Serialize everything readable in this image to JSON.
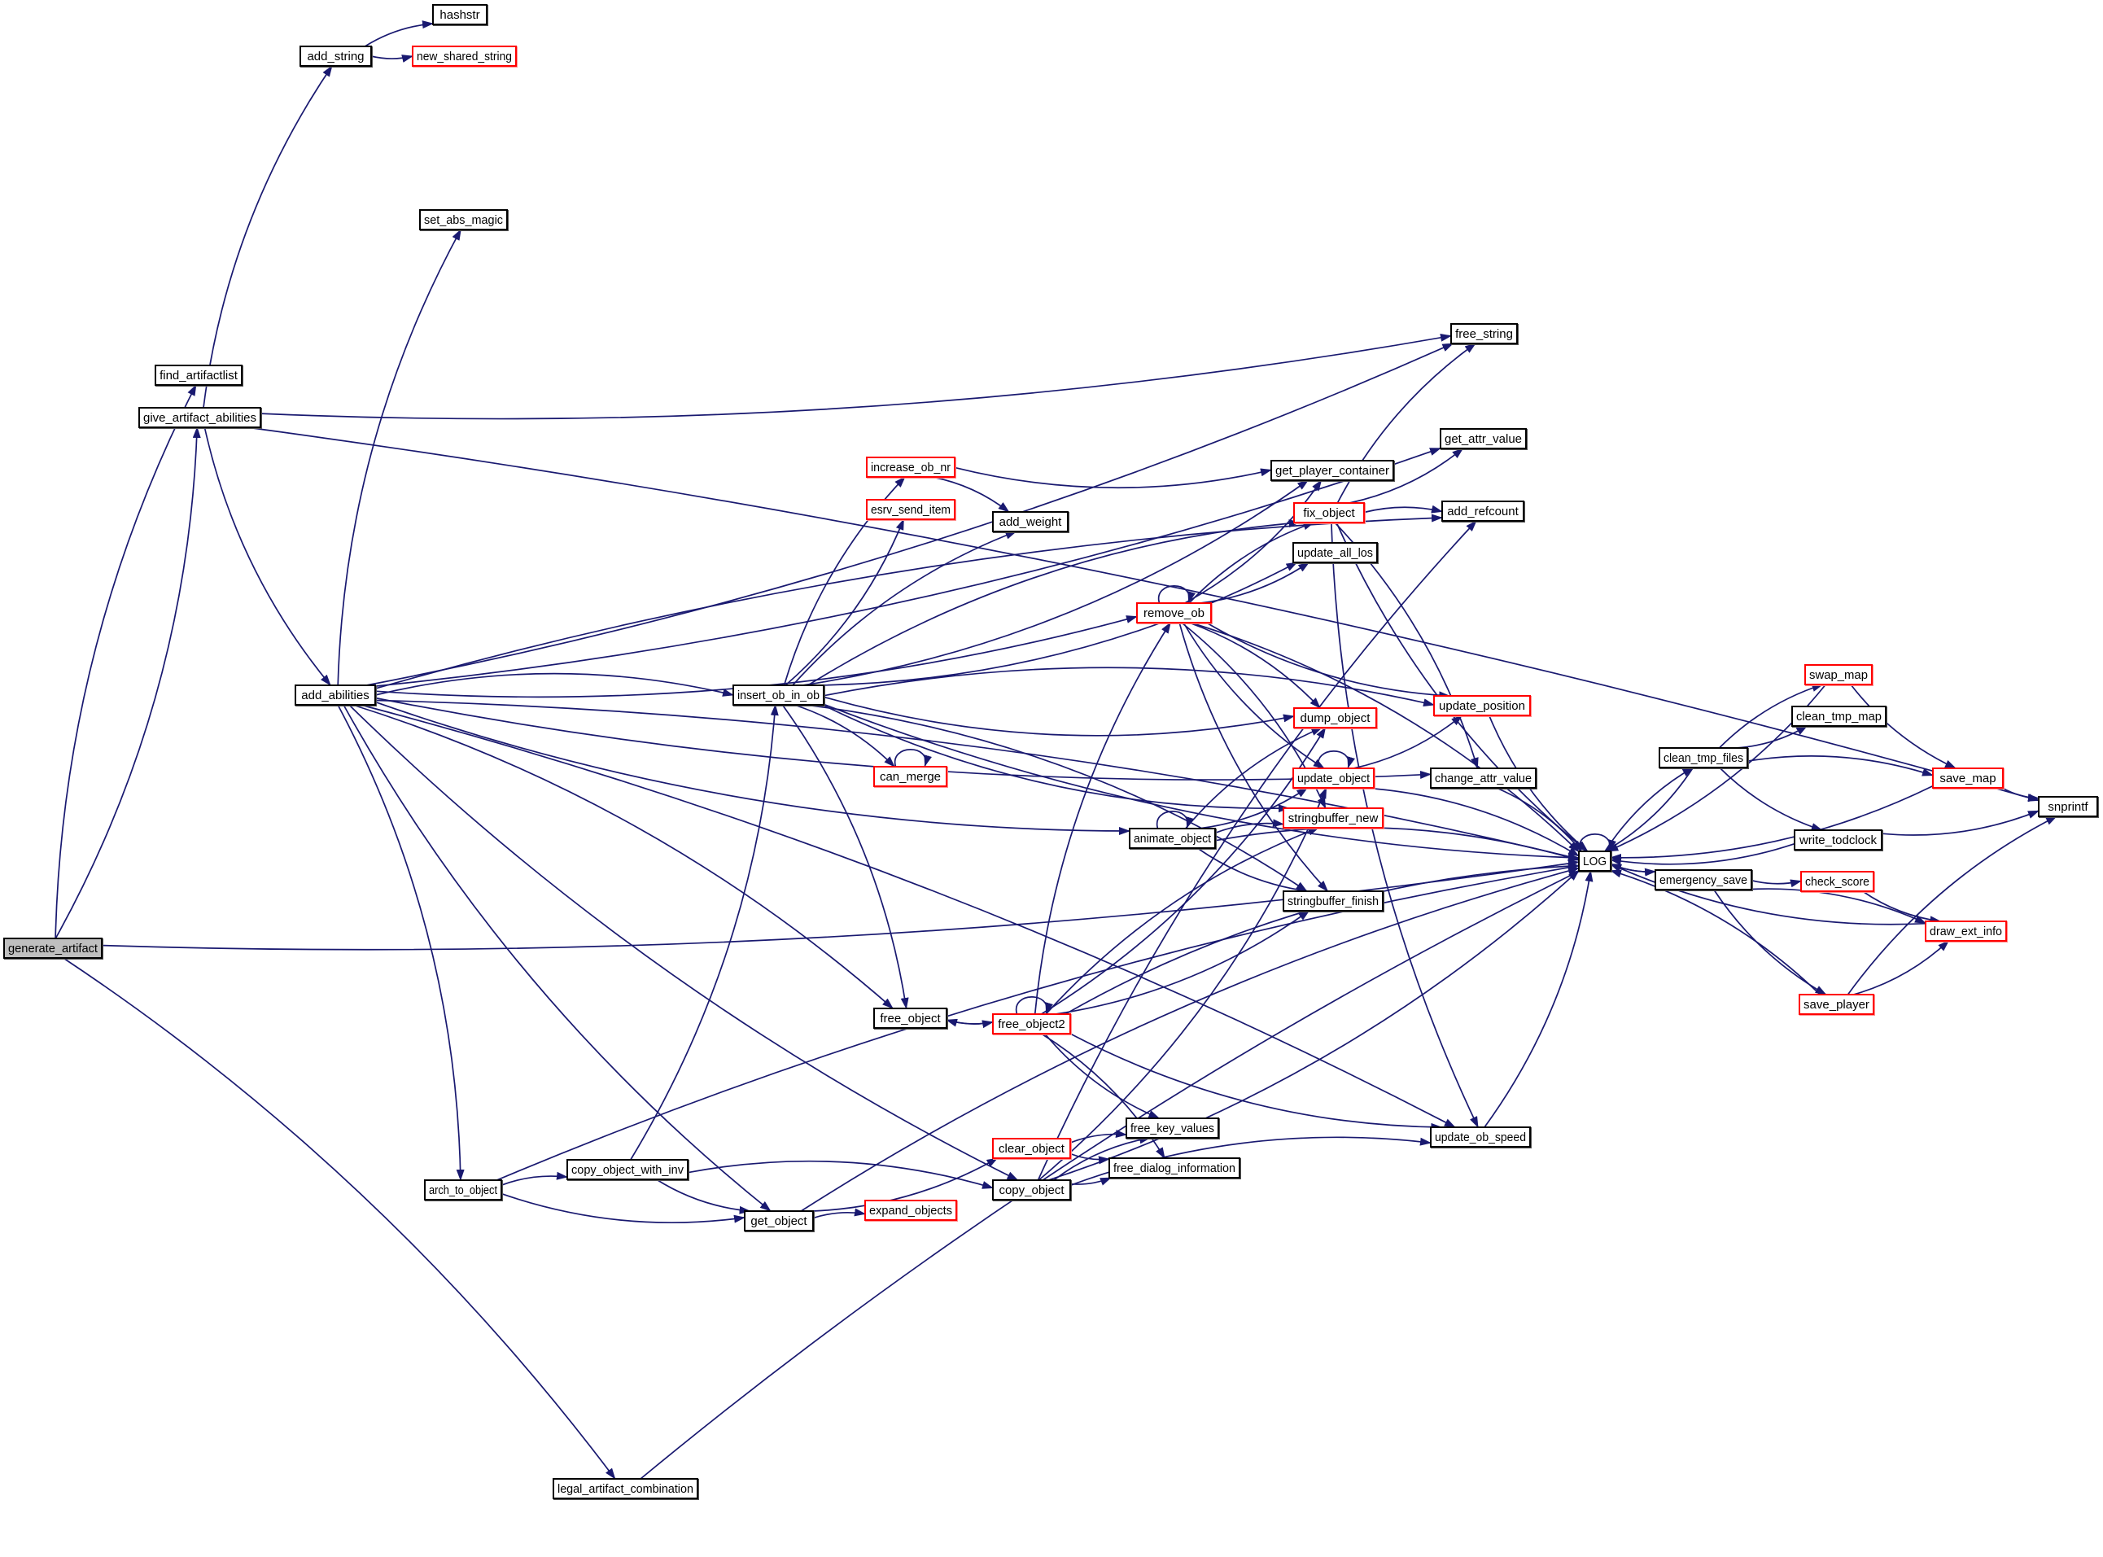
{
  "diagram": {
    "type": "call-graph",
    "root": "generate_artifact",
    "colors": {
      "edge": "#191970",
      "node_border_default": "#000000",
      "node_border_truncated": "#ff0000",
      "root_fill": "#bfbfbf",
      "node_fill": "#ffffff"
    },
    "nodes": [
      {
        "id": "generate_artifact",
        "label": "generate_artifact",
        "style": "root"
      },
      {
        "id": "find_artifactlist",
        "label": "find_artifactlist",
        "style": "normal"
      },
      {
        "id": "give_artifact_abilities",
        "label": "give_artifact_abilities",
        "style": "normal"
      },
      {
        "id": "add_string",
        "label": "add_string",
        "style": "normal"
      },
      {
        "id": "hashstr",
        "label": "hashstr",
        "style": "normal"
      },
      {
        "id": "new_shared_string",
        "label": "new_shared_string",
        "style": "truncated"
      },
      {
        "id": "set_abs_magic",
        "label": "set_abs_magic",
        "style": "normal"
      },
      {
        "id": "add_abilities",
        "label": "add_abilities",
        "style": "normal"
      },
      {
        "id": "insert_ob_in_ob",
        "label": "insert_ob_in_ob",
        "style": "normal"
      },
      {
        "id": "increase_ob_nr",
        "label": "increase_ob_nr",
        "style": "truncated"
      },
      {
        "id": "esrv_send_item",
        "label": "esrv_send_item",
        "style": "truncated"
      },
      {
        "id": "add_weight",
        "label": "add_weight",
        "style": "normal"
      },
      {
        "id": "can_merge",
        "label": "can_merge",
        "style": "truncated"
      },
      {
        "id": "get_player_container",
        "label": "get_player_container",
        "style": "normal"
      },
      {
        "id": "fix_object",
        "label": "fix_object",
        "style": "truncated"
      },
      {
        "id": "update_all_los",
        "label": "update_all_los",
        "style": "normal"
      },
      {
        "id": "remove_ob",
        "label": "remove_ob",
        "style": "truncated"
      },
      {
        "id": "dump_object",
        "label": "dump_object",
        "style": "truncated"
      },
      {
        "id": "update_object",
        "label": "update_object",
        "style": "truncated"
      },
      {
        "id": "stringbuffer_new",
        "label": "stringbuffer_new",
        "style": "truncated"
      },
      {
        "id": "animate_object",
        "label": "animate_object",
        "style": "normal"
      },
      {
        "id": "stringbuffer_finish",
        "label": "stringbuffer_finish",
        "style": "normal"
      },
      {
        "id": "free_string",
        "label": "free_string",
        "style": "normal"
      },
      {
        "id": "get_attr_value",
        "label": "get_attr_value",
        "style": "normal"
      },
      {
        "id": "add_refcount",
        "label": "add_refcount",
        "style": "normal"
      },
      {
        "id": "update_position",
        "label": "update_position",
        "style": "truncated"
      },
      {
        "id": "change_attr_value",
        "label": "change_attr_value",
        "style": "normal"
      },
      {
        "id": "LOG",
        "label": "LOG",
        "style": "normal"
      },
      {
        "id": "update_ob_speed",
        "label": "update_ob_speed",
        "style": "normal"
      },
      {
        "id": "clean_tmp_files",
        "label": "clean_tmp_files",
        "style": "normal"
      },
      {
        "id": "swap_map",
        "label": "swap_map",
        "style": "truncated"
      },
      {
        "id": "clean_tmp_map",
        "label": "clean_tmp_map",
        "style": "normal"
      },
      {
        "id": "save_map",
        "label": "save_map",
        "style": "truncated"
      },
      {
        "id": "snprintf",
        "label": "snprintf",
        "style": "normal"
      },
      {
        "id": "write_todclock",
        "label": "write_todclock",
        "style": "normal"
      },
      {
        "id": "emergency_save",
        "label": "emergency_save",
        "style": "normal"
      },
      {
        "id": "check_score",
        "label": "check_score",
        "style": "truncated"
      },
      {
        "id": "draw_ext_info",
        "label": "draw_ext_info",
        "style": "truncated"
      },
      {
        "id": "save_player",
        "label": "save_player",
        "style": "truncated"
      },
      {
        "id": "free_object",
        "label": "free_object",
        "style": "normal"
      },
      {
        "id": "free_object2",
        "label": "free_object2",
        "style": "truncated"
      },
      {
        "id": "clear_object",
        "label": "clear_object",
        "style": "truncated"
      },
      {
        "id": "free_key_values",
        "label": "free_key_values",
        "style": "normal"
      },
      {
        "id": "free_dialog_information",
        "label": "free_dialog_information",
        "style": "normal"
      },
      {
        "id": "copy_object",
        "label": "copy_object",
        "style": "normal"
      },
      {
        "id": "arch_to_object",
        "label": "arch_to_object",
        "style": "normal"
      },
      {
        "id": "copy_object_with_inv",
        "label": "copy_object_with_inv",
        "style": "normal"
      },
      {
        "id": "get_object",
        "label": "get_object",
        "style": "normal"
      },
      {
        "id": "expand_objects",
        "label": "expand_objects",
        "style": "truncated"
      },
      {
        "id": "legal_artifact_combination",
        "label": "legal_artifact_combination",
        "style": "normal"
      }
    ],
    "edges": [
      [
        "generate_artifact",
        "find_artifactlist"
      ],
      [
        "generate_artifact",
        "give_artifact_abilities"
      ],
      [
        "generate_artifact",
        "legal_artifact_combination"
      ],
      [
        "generate_artifact",
        "LOG"
      ],
      [
        "give_artifact_abilities",
        "add_string"
      ],
      [
        "give_artifact_abilities",
        "free_string"
      ],
      [
        "give_artifact_abilities",
        "snprintf"
      ],
      [
        "give_artifact_abilities",
        "add_abilities"
      ],
      [
        "add_string",
        "hashstr"
      ],
      [
        "add_string",
        "new_shared_string"
      ],
      [
        "add_abilities",
        "set_abs_magic"
      ],
      [
        "add_abilities",
        "free_string"
      ],
      [
        "add_abilities",
        "LOG"
      ],
      [
        "add_abilities",
        "get_attr_value"
      ],
      [
        "add_abilities",
        "add_refcount"
      ],
      [
        "add_abilities",
        "remove_ob"
      ],
      [
        "add_abilities",
        "insert_ob_in_ob"
      ],
      [
        "add_abilities",
        "animate_object"
      ],
      [
        "add_abilities",
        "free_object"
      ],
      [
        "add_abilities",
        "copy_object"
      ],
      [
        "add_abilities",
        "arch_to_object"
      ],
      [
        "add_abilities",
        "get_object"
      ],
      [
        "add_abilities",
        "update_ob_speed"
      ],
      [
        "add_abilities",
        "change_attr_value"
      ],
      [
        "insert_ob_in_ob",
        "increase_ob_nr"
      ],
      [
        "insert_ob_in_ob",
        "esrv_send_item"
      ],
      [
        "insert_ob_in_ob",
        "add_weight"
      ],
      [
        "insert_ob_in_ob",
        "get_player_container"
      ],
      [
        "insert_ob_in_ob",
        "fix_object"
      ],
      [
        "insert_ob_in_ob",
        "update_all_los"
      ],
      [
        "insert_ob_in_ob",
        "update_position"
      ],
      [
        "insert_ob_in_ob",
        "dump_object"
      ],
      [
        "insert_ob_in_ob",
        "can_merge"
      ],
      [
        "insert_ob_in_ob",
        "stringbuffer_new"
      ],
      [
        "insert_ob_in_ob",
        "stringbuffer_finish"
      ],
      [
        "insert_ob_in_ob",
        "LOG"
      ],
      [
        "insert_ob_in_ob",
        "free_object"
      ],
      [
        "increase_ob_nr",
        "get_player_container"
      ],
      [
        "increase_ob_nr",
        "add_weight"
      ],
      [
        "can_merge",
        "can_merge"
      ],
      [
        "remove_ob",
        "remove_ob"
      ],
      [
        "remove_ob",
        "get_player_container"
      ],
      [
        "remove_ob",
        "fix_object"
      ],
      [
        "remove_ob",
        "update_all_los"
      ],
      [
        "remove_ob",
        "LOG"
      ],
      [
        "remove_ob",
        "update_position"
      ],
      [
        "remove_ob",
        "dump_object"
      ],
      [
        "remove_ob",
        "update_object"
      ],
      [
        "remove_ob",
        "stringbuffer_new"
      ],
      [
        "remove_ob",
        "stringbuffer_finish"
      ],
      [
        "fix_object",
        "free_string"
      ],
      [
        "fix_object",
        "get_attr_value"
      ],
      [
        "fix_object",
        "add_refcount"
      ],
      [
        "fix_object",
        "LOG"
      ],
      [
        "fix_object",
        "change_attr_value"
      ],
      [
        "fix_object",
        "update_ob_speed"
      ],
      [
        "update_object",
        "update_object"
      ],
      [
        "update_object",
        "update_position"
      ],
      [
        "update_object",
        "LOG"
      ],
      [
        "update_position",
        "LOG"
      ],
      [
        "change_attr_value",
        "LOG"
      ],
      [
        "animate_object",
        "animate_object"
      ],
      [
        "animate_object",
        "dump_object"
      ],
      [
        "animate_object",
        "update_object"
      ],
      [
        "animate_object",
        "stringbuffer_new"
      ],
      [
        "animate_object",
        "stringbuffer_finish"
      ],
      [
        "animate_object",
        "LOG"
      ],
      [
        "free_object",
        "free_object2"
      ],
      [
        "free_object2",
        "free_object"
      ],
      [
        "free_object2",
        "free_object2"
      ],
      [
        "free_object2",
        "remove_ob"
      ],
      [
        "free_object2",
        "dump_object"
      ],
      [
        "free_object2",
        "stringbuffer_new"
      ],
      [
        "free_object2",
        "stringbuffer_finish"
      ],
      [
        "free_object2",
        "LOG"
      ],
      [
        "free_object2",
        "free_key_values"
      ],
      [
        "free_object2",
        "free_dialog_information"
      ],
      [
        "free_object2",
        "update_ob_speed"
      ],
      [
        "clear_object",
        "free_key_values"
      ],
      [
        "clear_object",
        "free_dialog_information"
      ],
      [
        "copy_object",
        "free_key_values"
      ],
      [
        "copy_object",
        "free_dialog_information"
      ],
      [
        "copy_object",
        "add_refcount"
      ],
      [
        "copy_object",
        "update_object"
      ],
      [
        "copy_object",
        "update_ob_speed"
      ],
      [
        "copy_object",
        "LOG"
      ],
      [
        "arch_to_object",
        "copy_object_with_inv"
      ],
      [
        "arch_to_object",
        "get_object"
      ],
      [
        "arch_to_object",
        "LOG"
      ],
      [
        "copy_object_with_inv",
        "insert_ob_in_ob"
      ],
      [
        "copy_object_with_inv",
        "copy_object"
      ],
      [
        "copy_object_with_inv",
        "get_object"
      ],
      [
        "get_object",
        "expand_objects"
      ],
      [
        "get_object",
        "clear_object"
      ],
      [
        "get_object",
        "LOG"
      ],
      [
        "update_ob_speed",
        "LOG"
      ],
      [
        "legal_artifact_combination",
        "LOG"
      ],
      [
        "LOG",
        "LOG"
      ],
      [
        "LOG",
        "clean_tmp_files"
      ],
      [
        "LOG",
        "emergency_save"
      ],
      [
        "clean_tmp_files",
        "swap_map"
      ],
      [
        "clean_tmp_files",
        "clean_tmp_map"
      ],
      [
        "clean_tmp_files",
        "save_map"
      ],
      [
        "clean_tmp_files",
        "write_todclock"
      ],
      [
        "clean_tmp_files",
        "LOG"
      ],
      [
        "swap_map",
        "save_map"
      ],
      [
        "swap_map",
        "LOG"
      ],
      [
        "save_map",
        "snprintf"
      ],
      [
        "save_map",
        "LOG"
      ],
      [
        "write_todclock",
        "snprintf"
      ],
      [
        "write_todclock",
        "LOG"
      ],
      [
        "emergency_save",
        "check_score"
      ],
      [
        "emergency_save",
        "draw_ext_info"
      ],
      [
        "emergency_save",
        "save_player"
      ],
      [
        "emergency_save",
        "LOG"
      ],
      [
        "check_score",
        "draw_ext_info"
      ],
      [
        "draw_ext_info",
        "LOG"
      ],
      [
        "save_player",
        "draw_ext_info"
      ],
      [
        "save_player",
        "snprintf"
      ],
      [
        "save_player",
        "LOG"
      ]
    ]
  }
}
